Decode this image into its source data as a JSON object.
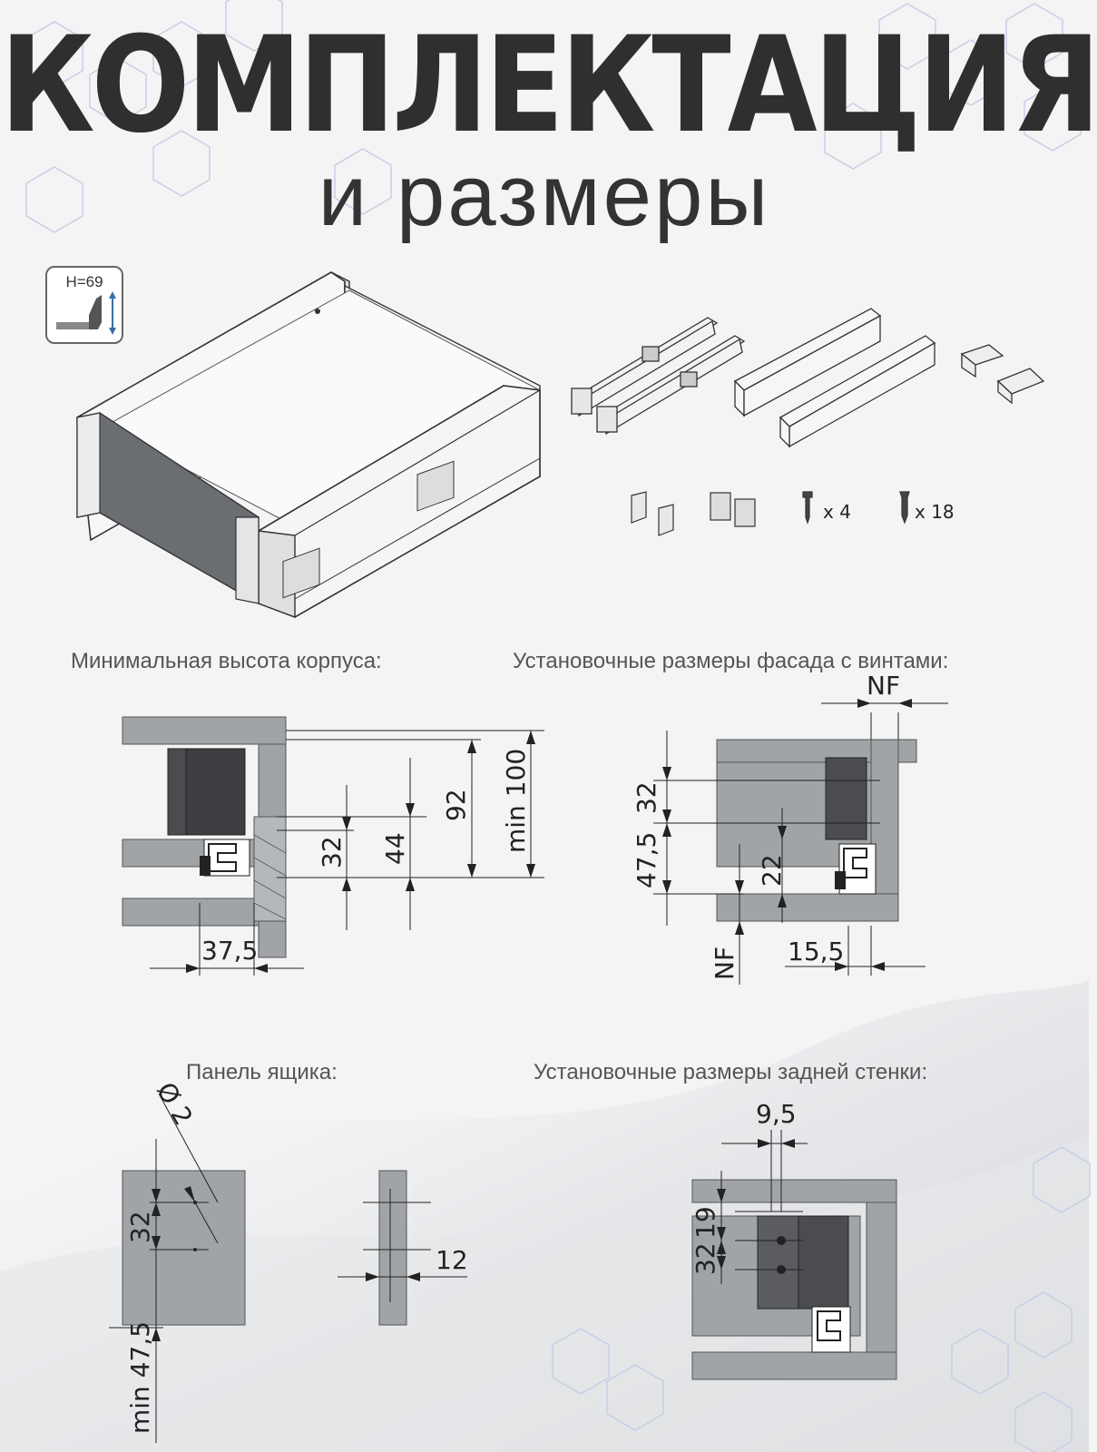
{
  "header": {
    "title": "КОМПЛЕКТАЦИЯ",
    "subtitle": "и размеры"
  },
  "badge": {
    "label": "H=69",
    "icon": "drawer-height-icon"
  },
  "parts": {
    "screws_m4_count": "x 4",
    "screws_small_count": "x 18"
  },
  "sections": {
    "min_height": {
      "caption": "Минимальная высота корпуса:",
      "dims": {
        "d92": "92",
        "d100": "min 100",
        "d44": "44",
        "d32": "32",
        "d37": "37,5"
      }
    },
    "facade": {
      "caption": "Установочные размеры фасада с винтами:",
      "dims": {
        "nf_top": "NF",
        "nf_bottom": "NF",
        "d32": "32",
        "d47": "47,5",
        "d22": "22",
        "d15": "15,5"
      }
    },
    "panel": {
      "caption": "Панель ящика:",
      "dims": {
        "dia": "Ø 2",
        "d32": "32",
        "d47": "min 47,5",
        "d12": "12"
      }
    },
    "back": {
      "caption": "Установочные размеры задней стенки:",
      "dims": {
        "d95": "9,5",
        "d19": "19",
        "d32": "32"
      }
    }
  },
  "colors": {
    "panel_gray": "#a0a4a7",
    "dark_part": "#4a4c50",
    "line": "#222222"
  }
}
